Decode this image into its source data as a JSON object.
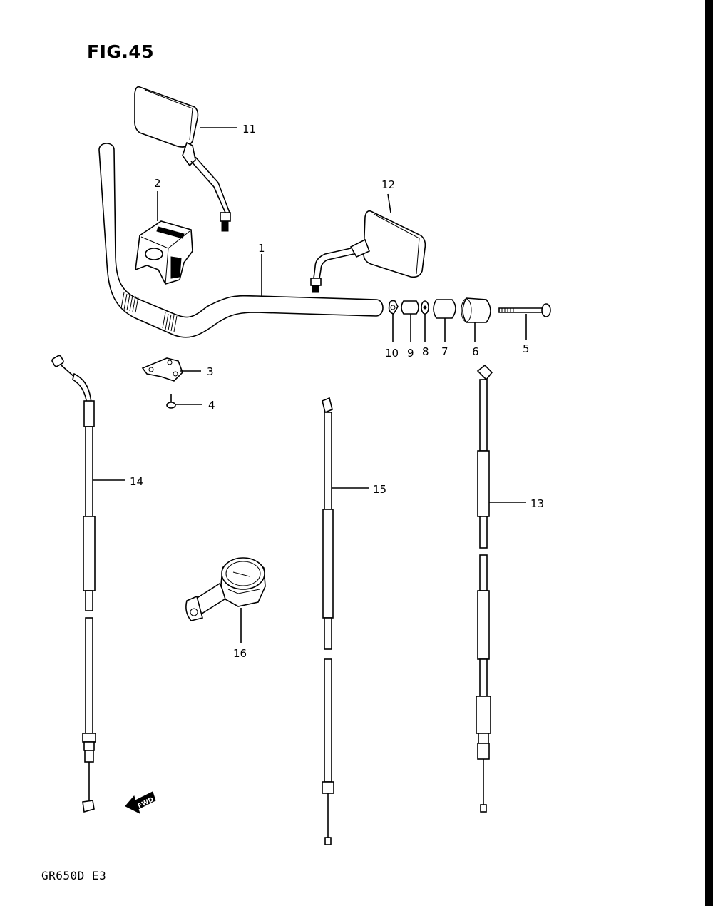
{
  "figure": {
    "title": "FIG.45",
    "model": "GR650D  E3",
    "fwd_label": "FWD"
  },
  "callouts": [
    {
      "id": "1",
      "text": "1"
    },
    {
      "id": "2",
      "text": "2"
    },
    {
      "id": "3",
      "text": "3"
    },
    {
      "id": "4",
      "text": "4"
    },
    {
      "id": "5",
      "text": "5"
    },
    {
      "id": "6",
      "text": "6"
    },
    {
      "id": "7",
      "text": "7"
    },
    {
      "id": "8",
      "text": "8"
    },
    {
      "id": "9",
      "text": "9"
    },
    {
      "id": "10",
      "text": "10"
    },
    {
      "id": "11",
      "text": "11"
    },
    {
      "id": "12",
      "text": "12"
    },
    {
      "id": "13",
      "text": "13"
    },
    {
      "id": "14",
      "text": "14"
    },
    {
      "id": "15",
      "text": "15"
    },
    {
      "id": "16",
      "text": "16"
    }
  ]
}
